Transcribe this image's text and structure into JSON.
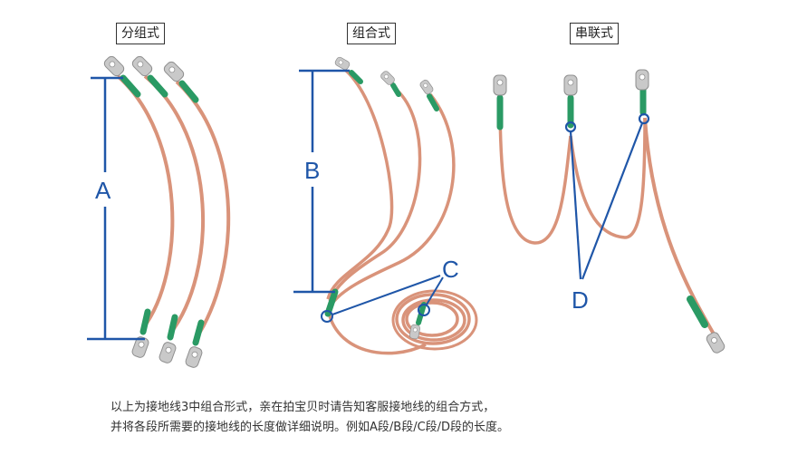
{
  "sections": {
    "grouped": {
      "title": "分组式"
    },
    "combined": {
      "title": "组合式"
    },
    "series": {
      "title": "串联式"
    }
  },
  "labels": {
    "a": "A",
    "b": "B",
    "c": "C",
    "d": "D"
  },
  "caption": {
    "line1": "以上为接地线3中组合形式，亲在拍宝贝时请告知客服接地线的组合方式，",
    "line2": "并将各段所需要的接地线的长度做详细说明。例如A段/B段/C段/D段的长度。"
  },
  "colors": {
    "dimension": "#1f56a8",
    "wire": "#d9937a",
    "sleeve": "#2a9a64",
    "lug": "#c8c8c8"
  }
}
